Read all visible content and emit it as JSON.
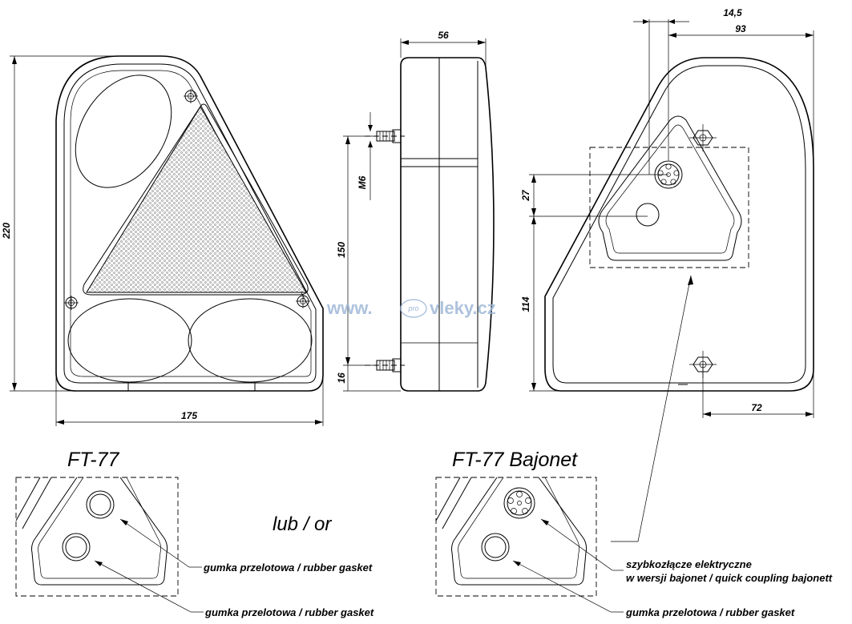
{
  "dimensions": {
    "width_total": "175",
    "height_total": "220",
    "depth": "56",
    "m6": "M6",
    "bolt_spacing": "150",
    "bottom_offset": "16",
    "conn_offset": "14,5",
    "half_width": "93",
    "vert_27": "27",
    "vert_114": "114",
    "bottom_72": "72"
  },
  "titles": {
    "left": "FT-77",
    "right": "FT-77 Bajonet",
    "lub_or": "lub / or"
  },
  "callouts": {
    "gasket_1": "gumka przelotowa / rubber gasket",
    "gasket_2": "gumka przelotowa / rubber gasket",
    "coupling_line1": "szybkozłącze elektryczne",
    "coupling_line2": "w wersji bajonet / quick coupling bajonett",
    "gasket_3": "gumka przelotowa / rubber gasket"
  },
  "watermark": {
    "prefix": "www.",
    "middle": "pro",
    "suffix": "vleky.cz"
  },
  "colors": {
    "line": "#000000",
    "watermark": "#9fb8d8",
    "background": "#ffffff"
  }
}
